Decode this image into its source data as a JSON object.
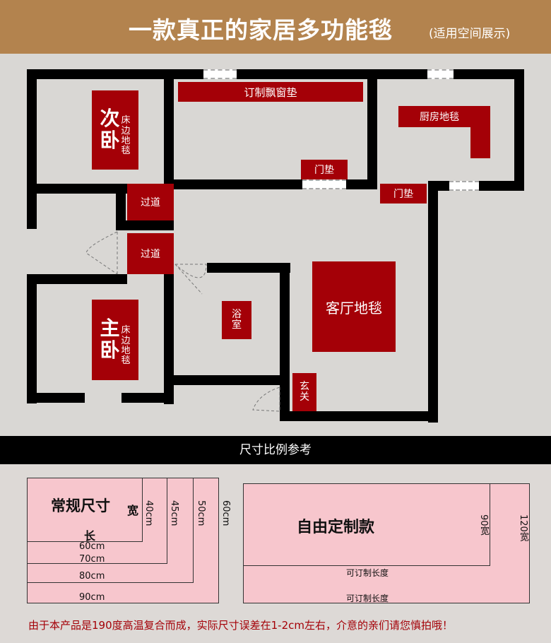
{
  "header": {
    "title": "一款真正的家居多功能毯",
    "subtitle": "(适用空间展示)"
  },
  "floorplan": {
    "rugs": {
      "bay_window": "订制飘窗垫",
      "kitchen": "厨房地毯",
      "second_bedroom_big": [
        "次",
        "卧"
      ],
      "second_bedroom_small": [
        "床",
        "边",
        "地",
        "毯"
      ],
      "master_bedroom_big": [
        "主",
        "卧"
      ],
      "master_bedroom_small": [
        "床",
        "边",
        "地",
        "毯"
      ],
      "hallway_1": "过道",
      "hallway_2": "过道",
      "door_mat_1": "门垫",
      "door_mat_2": "门垫",
      "bathroom": [
        "浴",
        "室"
      ],
      "living_room": "客厅地毯",
      "entrance": [
        "玄",
        "关"
      ]
    }
  },
  "size_reference": {
    "heading": "尺寸比例参考",
    "regular": {
      "title": "常规尺寸",
      "width_char": "宽",
      "length_char": "长",
      "lengths": [
        "60cm",
        "70cm",
        "80cm",
        "90cm"
      ],
      "widths": [
        "40cm",
        "45cm",
        "50cm",
        "60cm"
      ]
    },
    "custom": {
      "title": "自由定制款",
      "width_1": "90宽",
      "width_2": "120宽",
      "length_1": "可订制长度",
      "length_2": "可订制长度"
    }
  },
  "note": "由于本产品是190度高温复合而成，实际尺寸误差在1-2cm左右，介意的亲们请您慎拍哦！",
  "colors": {
    "header_bg": "#b3834e",
    "rug_red": "#a40007",
    "size_pink": "#f7c6cd"
  }
}
